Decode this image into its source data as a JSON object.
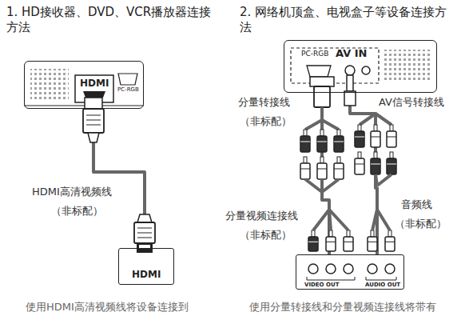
{
  "diagram": {
    "nodes": [
      {
        "text": [
          "HDMI",
          "PC-RGB"
        ]
      },
      {
        "text": [
          "HDMI"
        ]
      },
      {
        "text": [
          "PC-RGB",
          "AV IN"
        ]
      },
      {
        "text": [
          "VIDEO OUT",
          "AUDIO OUT"
        ]
      }
    ],
    "edges": [
      {
        "from": 0,
        "to": 1,
        "arrow": "none"
      },
      {
        "from": 2,
        "to": 3,
        "arrow": "none"
      },
      {
        "from": 2,
        "to": 3,
        "arrow": "none"
      }
    ],
    "labels": [
      "1. HD接收器、DVD、VCR播放器连接方法",
      "2. 网络机顶盒、电视盒子等设备连接方法",
      "HDMI高清视频线",
      "（非标配）",
      "分量转接线",
      "（非标配）",
      "AV信号转接线",
      "分量视频连接线",
      "（非标配）",
      "音频线",
      "（非标配）",
      "使用HDMI高清视频线将设备连接到",
      "使用分量转接线和分量视频连接线将带有"
    ]
  }
}
